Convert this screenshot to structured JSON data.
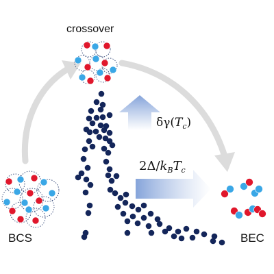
{
  "labels": {
    "crossover": "crossover",
    "bcs": "BCS",
    "bec": "BEC"
  },
  "annotations": {
    "gamma": {
      "symbol": "δγ(",
      "var": "T",
      "sub": "c",
      "close": ")"
    },
    "gap": {
      "prefix": "2Δ/",
      "k": "k",
      "k_sub": "B",
      "T": "T",
      "T_sub": "c"
    }
  },
  "colors": {
    "fermion_red": "#e0172c",
    "fermion_blue": "#3aa7e6",
    "data_points": "#14265a",
    "process_arrow": "#d9d9d9",
    "gradient_arrow": "#7f9fd8"
  },
  "icons": [
    "curved-arrow-icon",
    "gradient-arrow-up-icon",
    "gradient-arrow-right-icon"
  ]
}
